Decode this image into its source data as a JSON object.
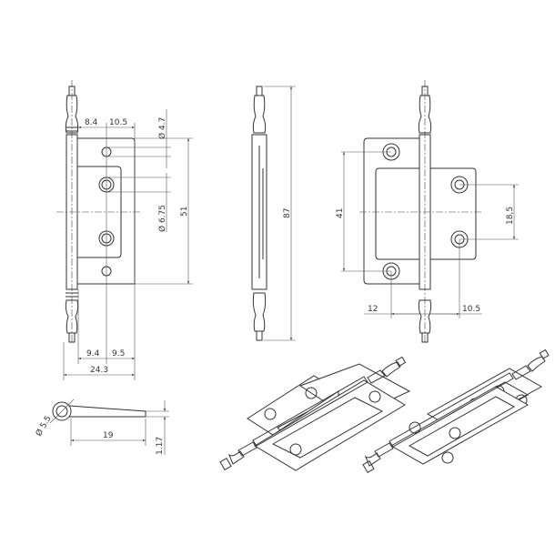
{
  "drawing": {
    "front_view": {
      "dims": {
        "offset_top_1": "8.4",
        "offset_top_2": "10.5",
        "small_hole_dia": "Ø 4.7",
        "large_hole_dia": "Ø 6.75",
        "leaf_height": "51",
        "offset_bottom_1": "9.4",
        "offset_bottom_2": "9.5",
        "overall_width": "24.3"
      }
    },
    "side_view": {
      "dims": {
        "overall_height": "87"
      }
    },
    "open_view": {
      "dims": {
        "hole_spacing_left": "41",
        "hole_spacing_right": "18,5",
        "offset_left": "12",
        "offset_right": "10.5"
      }
    },
    "section_view": {
      "dims": {
        "pin_dia": "Ø 5.5",
        "leaf_length": "19",
        "thickness": "1.17"
      }
    },
    "line_color": "#333333"
  }
}
